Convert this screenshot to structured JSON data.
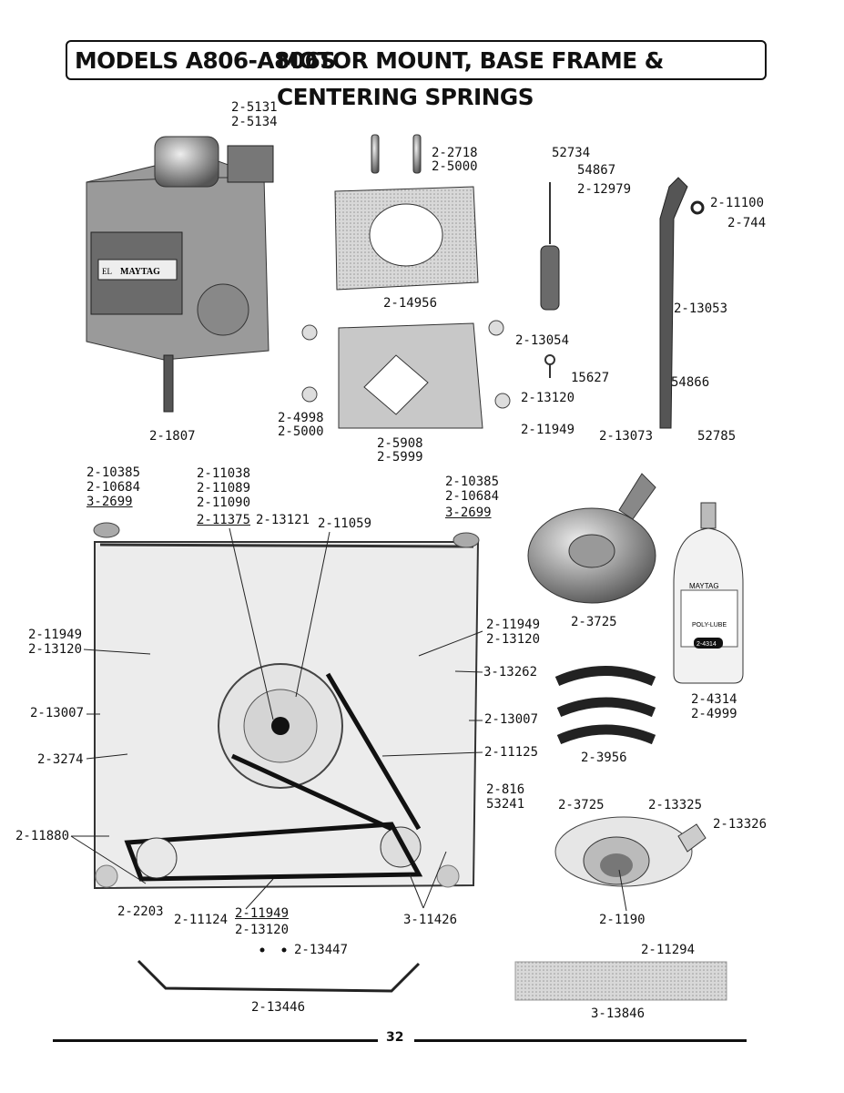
{
  "header": {
    "models": "MODELS A806-A806S",
    "title": "MOTOR MOUNT, BASE FRAME & CENTERING SPRINGS"
  },
  "labels": {
    "l2_5131": "2-5131",
    "l2_5134": "2-5134",
    "l2_2718": "2-2718",
    "l2_5000a": "2-5000",
    "l52734": "52734",
    "l54867": "54867",
    "l2_12979": "2-12979",
    "l2_11100": "2-11100",
    "l2_744": "2-744",
    "l2_14956": "2-14956",
    "l2_13053": "2-13053",
    "l2_13054": "2-13054",
    "l15627": "15627",
    "l54866": "54866",
    "l2_13120a": "2-13120",
    "l2_11949a": "2-11949",
    "l2_13073": "2-13073",
    "l52785": "52785",
    "l2_1807": "2-1807",
    "l2_4998": "2-4998",
    "l2_5000b": "2-5000",
    "l2_5908": "2-5908",
    "l2_5999": "2-5999",
    "l2_10385a": "2-10385",
    "l2_10684a": "2-10684",
    "l3_2699a": "3-2699",
    "l2_11038": "2-11038",
    "l2_11089": "2-11089",
    "l2_11090": "2-11090",
    "l2_11375": "2-11375",
    "l2_13121": "2-13121",
    "l2_11059": "2-11059",
    "l2_10385b": "2-10385",
    "l2_10684b": "2-10684",
    "l3_2699b": "3-2699",
    "l2_11949b": "2-11949",
    "l2_13120b": "2-13120",
    "l2_11949c": "2-11949",
    "l2_13120c": "2-13120",
    "l3_13262": "3-13262",
    "l2_13007a": "2-13007",
    "l2_13007b": "2-13007",
    "l2_3274": "2-3274",
    "l2_11125": "2-11125",
    "l2_816": "2-816",
    "l53241": "53241",
    "l2_11880": "2-11880",
    "l2_2203": "2-2203",
    "l2_11124": "2-11124",
    "l2_11949d": "2-11949",
    "l2_13120d": "2-13120",
    "l3_11426": "3-11426",
    "l2_13447": "2-13447",
    "l2_13446": "2-13446",
    "l2_3725a": "2-3725",
    "l2_4314": "2-4314",
    "l2_4999": "2-4999",
    "l2_3956": "2-3956",
    "l2_3725b": "2-3725",
    "l2_13325": "2-13325",
    "l2_13326": "2-13326",
    "l2_1190": "2-1190",
    "l2_11294": "2-11294",
    "l3_13846": "3-13846"
  },
  "brand": {
    "motor_plate": "MAYTAG",
    "motor_plate_prefix": "EL",
    "bottle_brand": "MAYTAG",
    "bottle_product": "POLY-LUBE",
    "bottle_part": "2-4314"
  },
  "footer": {
    "page": "32"
  }
}
